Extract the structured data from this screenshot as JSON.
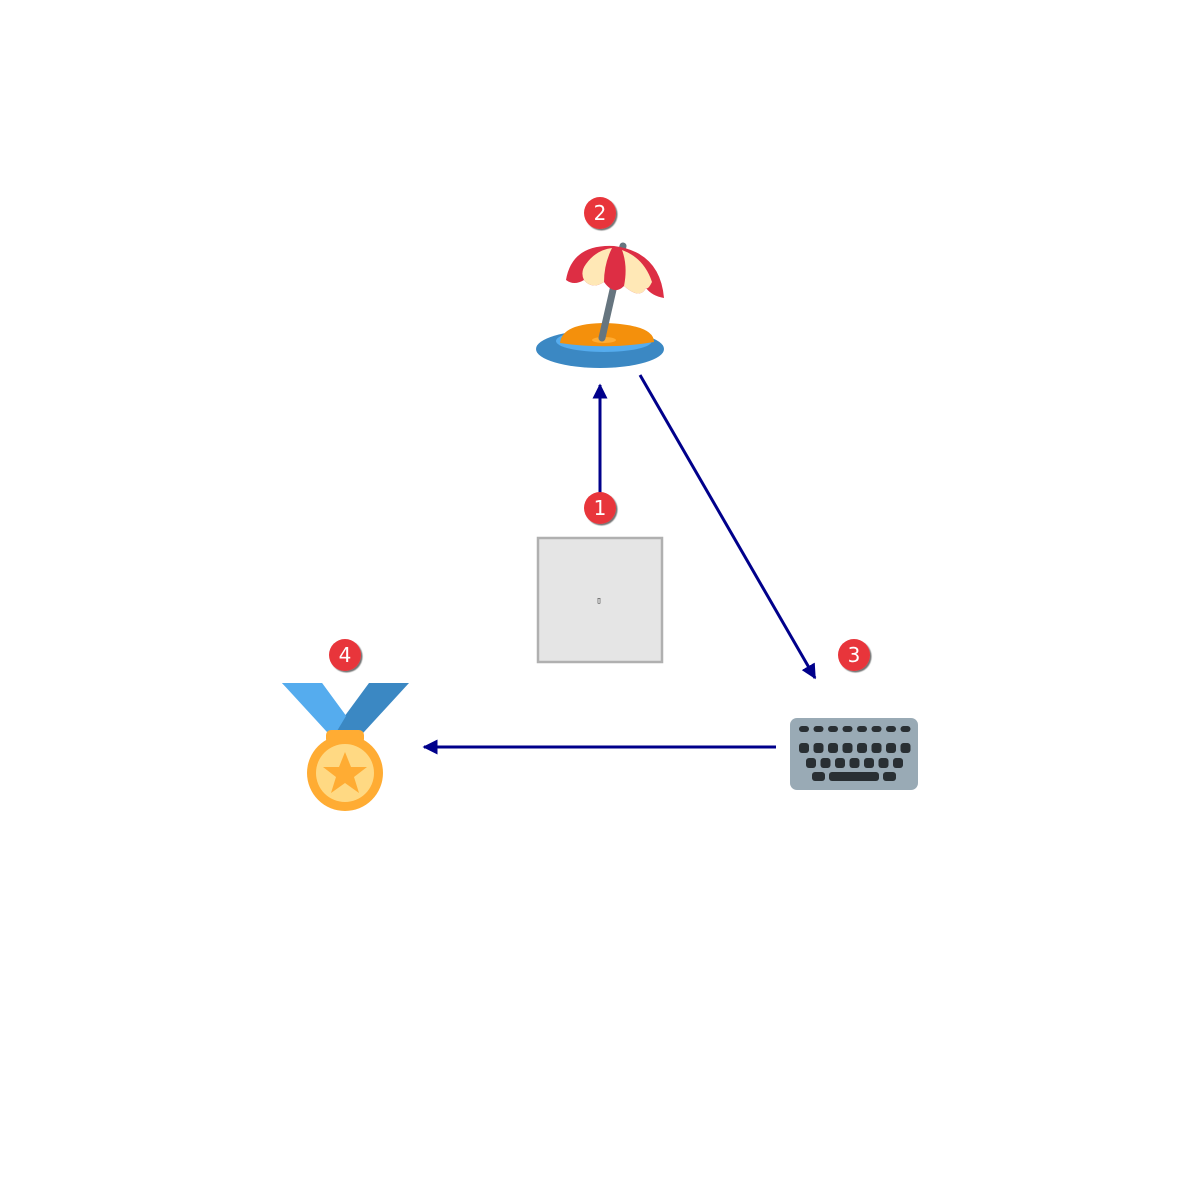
{
  "diagram": {
    "nodes": [
      {
        "step": "1",
        "icon": "placeholder-box-icon",
        "glyph": "▯"
      },
      {
        "step": "2",
        "icon": "beach-umbrella-island-icon"
      },
      {
        "step": "3",
        "icon": "keyboard-icon"
      },
      {
        "step": "4",
        "icon": "sports-medal-icon"
      }
    ],
    "edges": [
      {
        "from": "1",
        "to": "2"
      },
      {
        "from": "2",
        "to": "3"
      },
      {
        "from": "3",
        "to": "4"
      }
    ],
    "colors": {
      "arrow": "#00008b",
      "badge": "#e8353b",
      "placeholder_fill": "#e5e5e5",
      "placeholder_border": "#b0b0b0"
    }
  }
}
